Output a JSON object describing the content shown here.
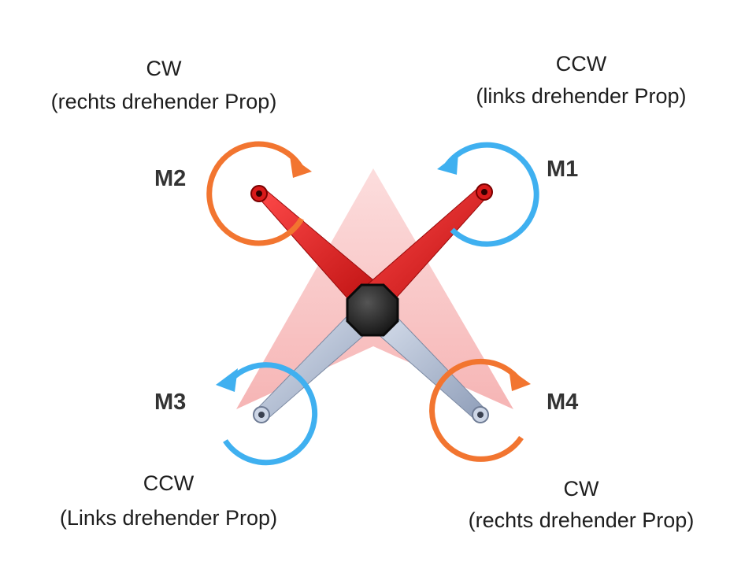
{
  "motors": {
    "m1": {
      "name": "M1",
      "direction": "CCW",
      "description": "(links drehender Prop)",
      "arrow_color": "#3fb0f0",
      "arm_color": "#e02020"
    },
    "m2": {
      "name": "M2",
      "direction": "CW",
      "description": "(rechts drehender Prop)",
      "arrow_color": "#f27530",
      "arm_color": "#e02020"
    },
    "m3": {
      "name": "M3",
      "direction": "CCW",
      "description": "(Links drehender Prop)",
      "arrow_color": "#3fb0f0",
      "arm_color": "#bcc8dc"
    },
    "m4": {
      "name": "M4",
      "direction": "CW",
      "description": "(rechts drehender Prop)",
      "arrow_color": "#f27530",
      "arm_color": "#bcc8dc"
    }
  },
  "colors": {
    "front_indicator": "#f6a5a5",
    "hub": "#2a2a2a"
  }
}
